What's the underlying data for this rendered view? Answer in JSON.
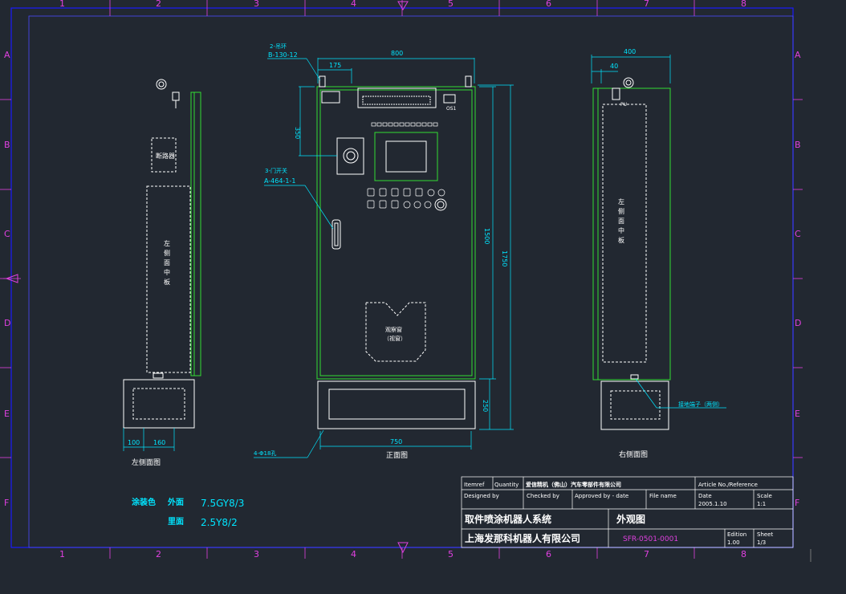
{
  "colors": {
    "background": "#222831",
    "frame": "#1a1aff",
    "dim": "#00e5ff",
    "body": "#33dd33",
    "detail": "#ffffff",
    "grid": "#e040e0",
    "hidden": "#dddddd"
  },
  "grid": {
    "cols": [
      "1",
      "2",
      "3",
      "4",
      "5",
      "6",
      "7",
      "8"
    ],
    "rows": [
      "A",
      "B",
      "C",
      "D",
      "E",
      "F"
    ]
  },
  "callouts": {
    "lifting_ring_code": "2-吊环",
    "lifting_ring_spec": "B-130-12",
    "door_switch_code": "3-门开关",
    "door_switch_spec": "A-464-1-1",
    "hole_label": "4-Φ18孔",
    "ground_terminal": "接地端子（两侧）"
  },
  "labels": {
    "breaker": "断路器",
    "left_panel": "左侧面中板",
    "right_panel": "左侧面中板",
    "window": "观察窗",
    "window_sub": "（视窗）",
    "hmi_tag": "OS1",
    "pu_tag": "PU"
  },
  "dims": {
    "front_width": "800",
    "front_offset": "175",
    "front_height_body": "1500",
    "front_height_total": "1750",
    "front_base": "250",
    "front_top_offset": "350",
    "front_base_width": "750",
    "right_width": "400",
    "right_offset": "40",
    "left_a": "100",
    "left_b": "160"
  },
  "views": {
    "left": "左侧面图",
    "front": "正面图",
    "right": "右侧面图"
  },
  "paint": {
    "title": "涂装色",
    "outside_label": "外面",
    "outside_value": "7.5GY8/3",
    "inside_label": "里面",
    "inside_value": "2.5Y8/2"
  },
  "title_block": {
    "itemref": "Itemref",
    "quantity": "Quantity",
    "owner": "爱信精机（佛山）汽车零部件有限公司",
    "article": "Article No./Reference",
    "designed": "Designed by",
    "checked": "Checked by",
    "approved": "Approved by - date",
    "file": "File name",
    "date_label": "Date",
    "date_value": "2005.1.10",
    "scale_label": "Scale",
    "scale_value": "1:1",
    "project": "取件喷涂机器人系统",
    "drawing": "外观图",
    "company": "上海发那科机器人有限公司",
    "doc_no": "SFR-0501-0001",
    "edition_label": "Edition",
    "edition_value": "1.00",
    "sheet_label": "Sheet",
    "sheet_value": "1/3"
  }
}
